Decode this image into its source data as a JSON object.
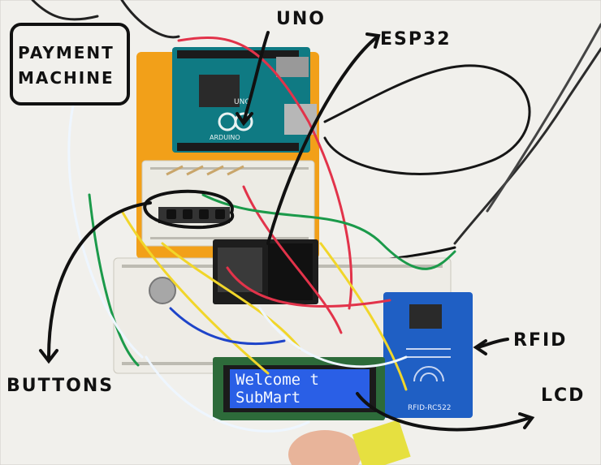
{
  "annotations": {
    "title_line1": "PAYMENT",
    "title_line2": "MACHINE",
    "uno": "UNO",
    "esp32": "ESP32",
    "buttons": "BUTTONS",
    "rfid": "RFID",
    "lcd": "LCD"
  },
  "lcd_display": {
    "line1": "Welcome t",
    "line2": "SubMart"
  },
  "board_labels": {
    "arduino": "ARDUINO",
    "uno": "UNO",
    "rfid_module": "RFID-RC522"
  }
}
